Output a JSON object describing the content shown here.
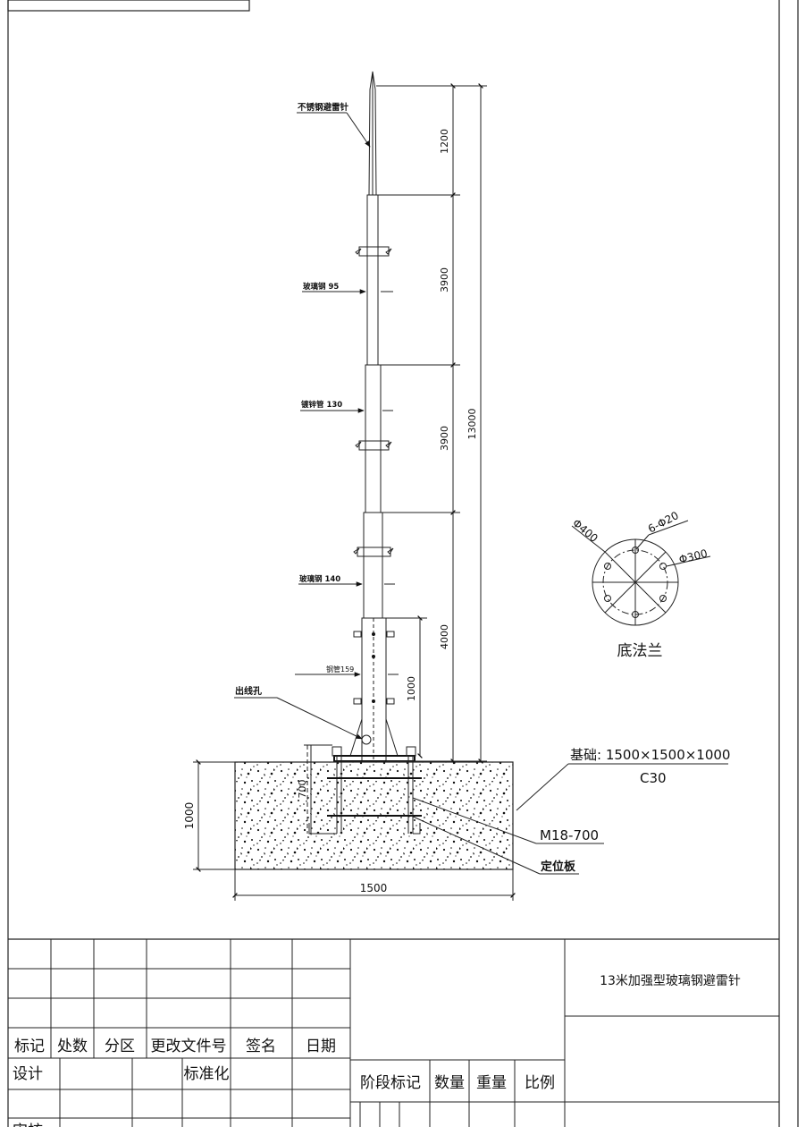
{
  "drawing": {
    "title": "13米加强型玻璃钢避雷针",
    "callouts": {
      "tip": "不锈钢避雷针",
      "seg1": "玻璃钢 95",
      "seg2": "镀锌管 130",
      "seg3": "玻璃钢 140",
      "seg4": "钢管159",
      "outlet": "出线孔",
      "foundation": "基础: 1500×1500×1000",
      "concrete": "C30",
      "bolt": "M18-700",
      "plate": "定位板"
    },
    "dimensions": {
      "d1200": "1200",
      "d3900a": "3900",
      "d3900b": "3900",
      "d4000": "4000",
      "d13000": "13000",
      "d1000pole": "1000",
      "d700": "700",
      "d1000base": "1000",
      "d1500": "1500"
    },
    "flange": {
      "caption": "底法兰",
      "outer_dia": "Φ400",
      "holes": "6-Φ20",
      "bolt_circle": "Φ300"
    }
  },
  "title_block": {
    "headers": [
      "标记",
      "处数",
      "分区",
      "更改文件号",
      "签名",
      "日期"
    ],
    "rows": [
      "设计",
      "标准化",
      "审核"
    ],
    "stage_headers": [
      "阶段标记",
      "数量",
      "重量",
      "比例"
    ]
  }
}
